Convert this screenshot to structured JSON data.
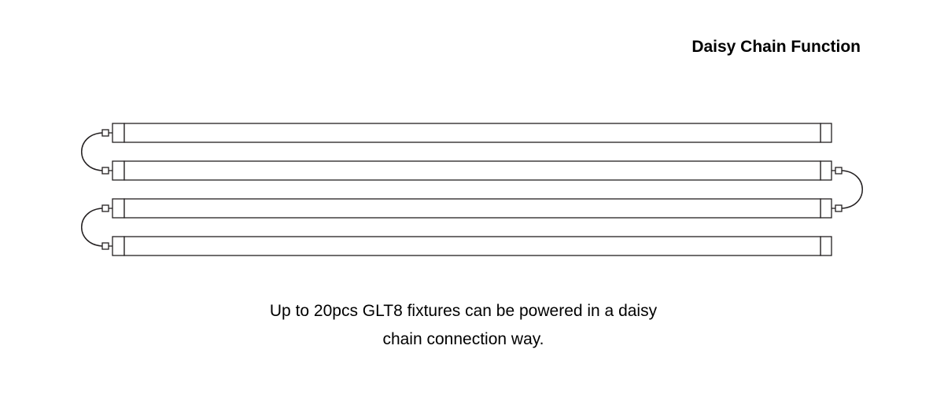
{
  "header": {
    "title": "Daisy Chain Function"
  },
  "diagram": {
    "tube_count": 4,
    "line_color": "#231f20",
    "fill_color": "#ffffff",
    "links": [
      {
        "from_tube": 1,
        "to_tube": 2,
        "side": "left"
      },
      {
        "from_tube": 2,
        "to_tube": 3,
        "side": "right"
      },
      {
        "from_tube": 3,
        "to_tube": 4,
        "side": "left"
      }
    ]
  },
  "caption": {
    "line1": "Up to 20pcs GLT8 fixtures can be powered in a daisy",
    "line2": "chain connection way."
  }
}
